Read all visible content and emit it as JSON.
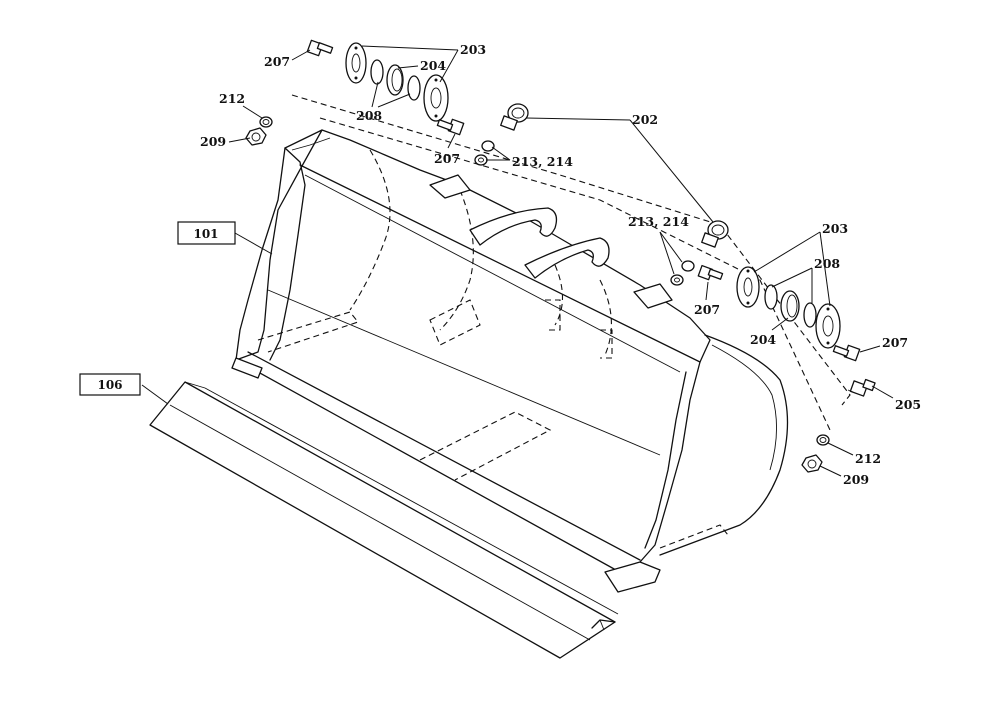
{
  "callouts": {
    "c101": "101",
    "c106": "106",
    "c202": "202",
    "c203_top": "203",
    "c203_right": "203",
    "c204_top": "204",
    "c204_right": "204",
    "c205": "205",
    "c207_a": "207",
    "c207_b": "207",
    "c207_c": "207",
    "c207_d": "207",
    "c208_top": "208",
    "c208_right": "208",
    "c209_left": "209",
    "c209_right": "209",
    "c212_left": "212",
    "c212_right": "212",
    "c213_top": "213, 214",
    "c213_right": "213, 214"
  },
  "colors": {
    "line": "#111111",
    "background": "#ffffff"
  }
}
